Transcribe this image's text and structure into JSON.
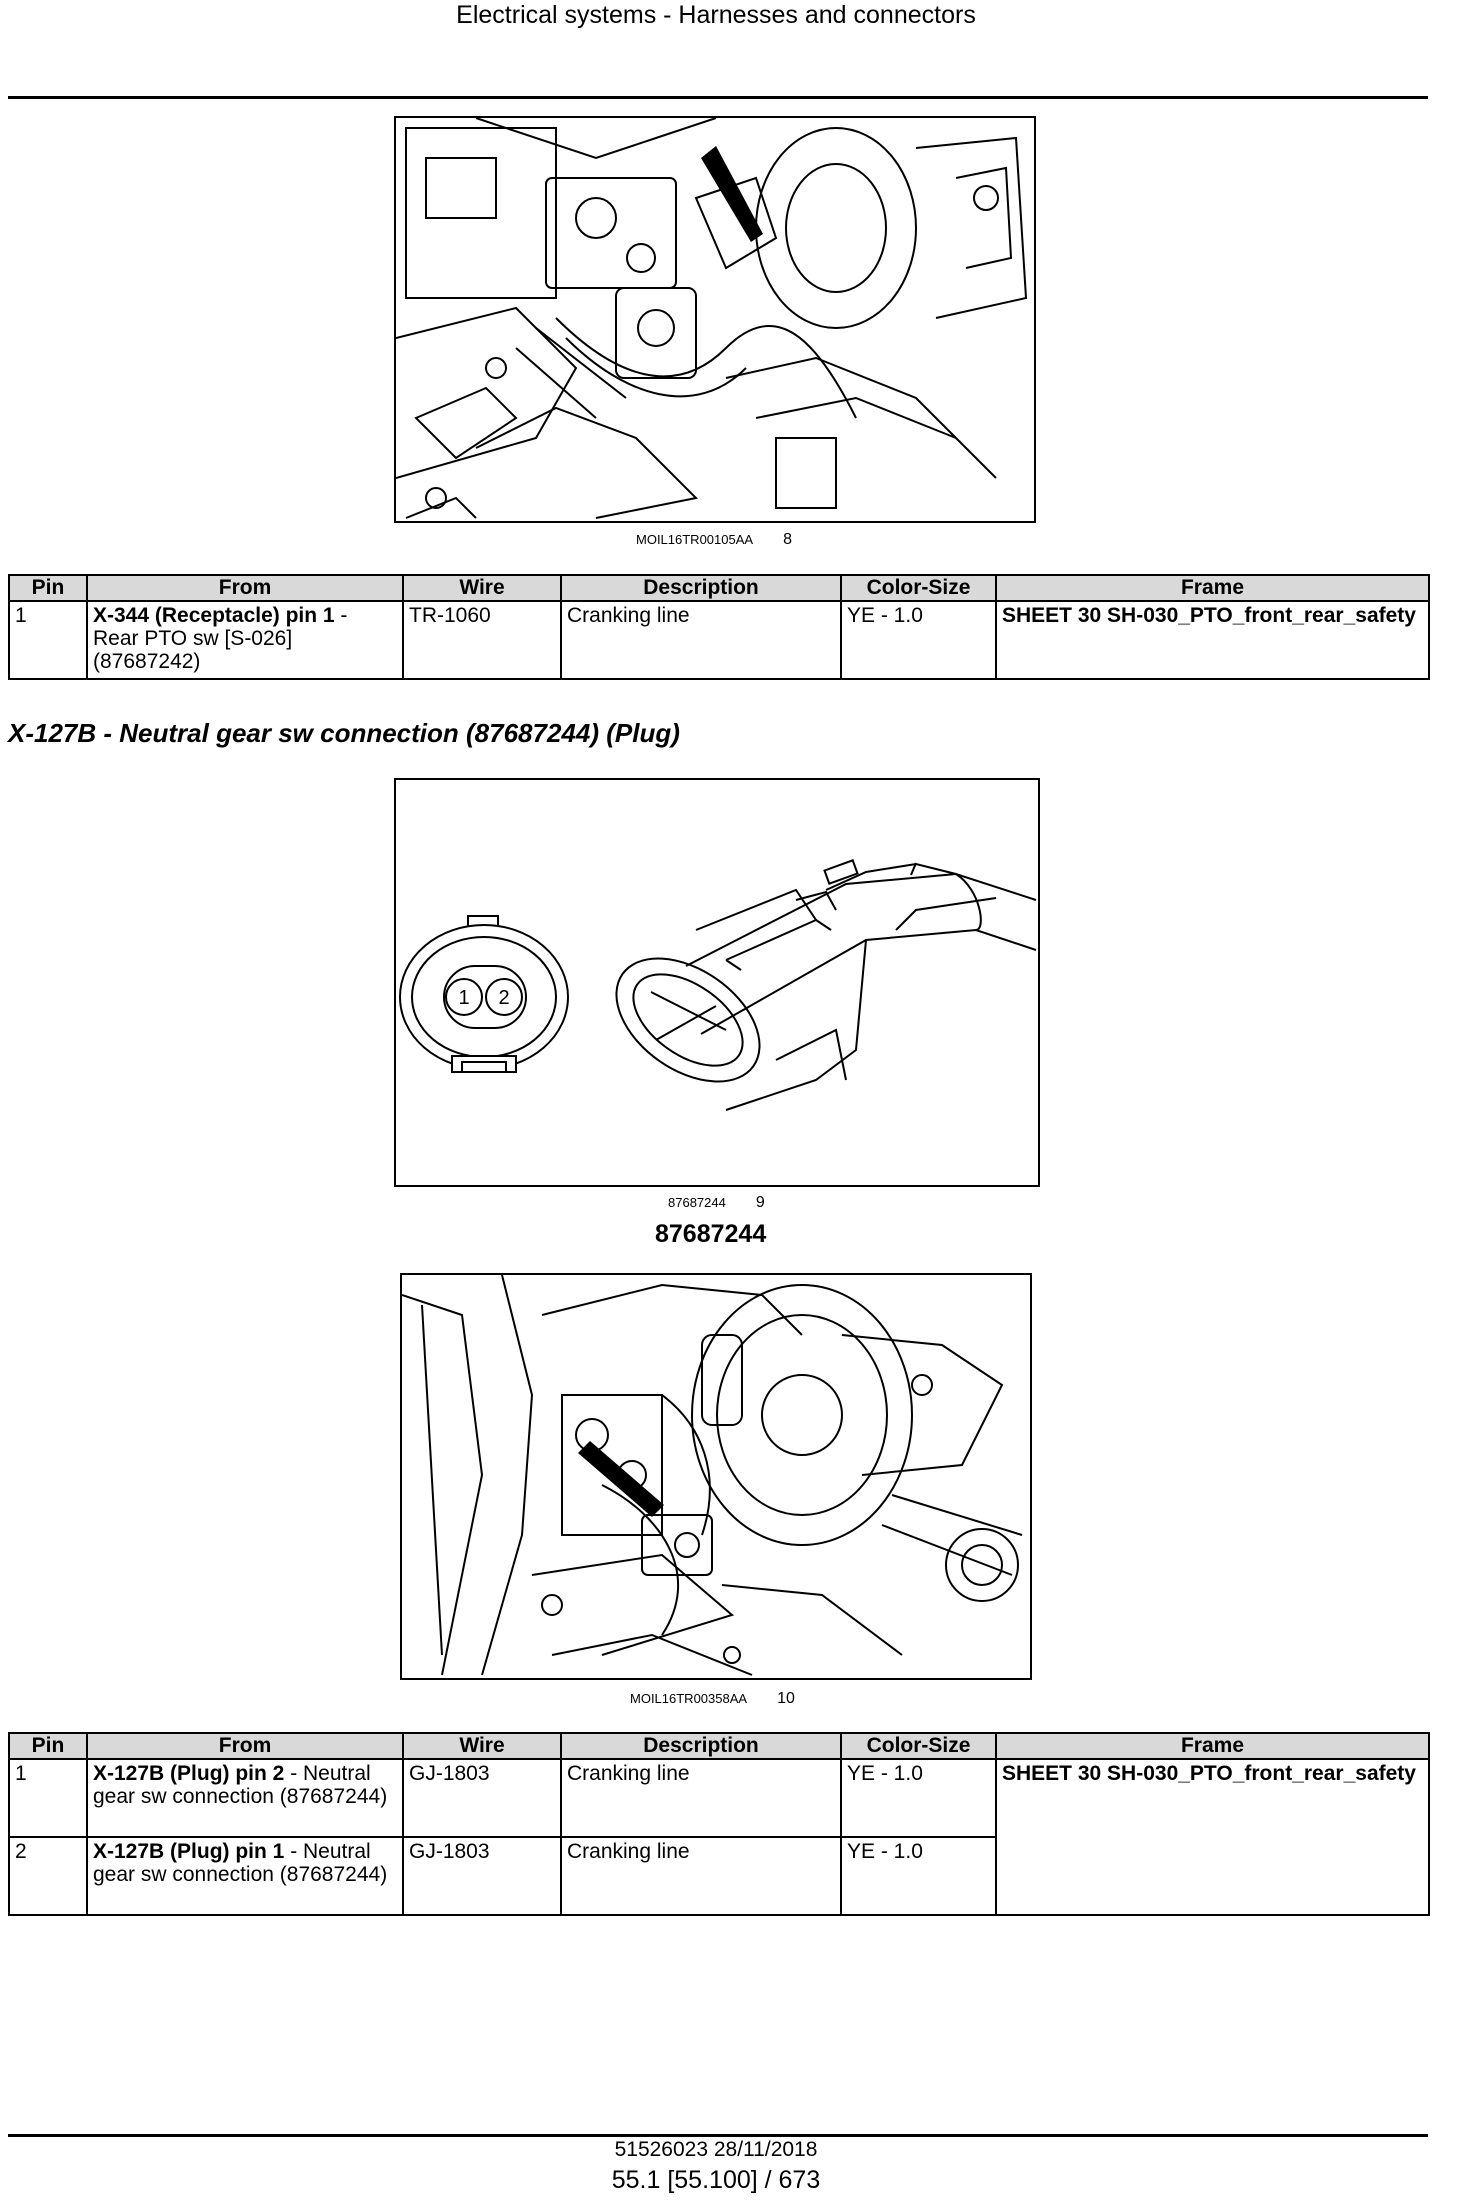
{
  "header": {
    "title": "Electrical systems - Harnesses and connectors"
  },
  "figure1": {
    "code": "MOIL16TR00105AA",
    "number": "8"
  },
  "table_columns": [
    "Pin",
    "From",
    "Wire",
    "Description",
    "Color-Size",
    "Frame"
  ],
  "table1": {
    "rows": [
      {
        "pin": "1",
        "from_bold": "X-344 (Receptacle) pin 1",
        "from_rest": " - Rear PTO sw [S-026] (87687242)",
        "wire": "TR-1060",
        "description": "Cranking line",
        "color_size": "YE - 1.0",
        "frame": "SHEET 30 SH-030_PTO_front_rear_safety"
      }
    ]
  },
  "section": {
    "title": "X-127B - Neutral gear sw connection (87687244) (Plug)"
  },
  "connector_figure": {
    "code": "87687244",
    "number": "9",
    "part_number": "87687244",
    "pin_labels": [
      "1",
      "2"
    ]
  },
  "figure3": {
    "code": "MOIL16TR00358AA",
    "number": "10"
  },
  "table2": {
    "rows": [
      {
        "pin": "1",
        "from_bold": "X-127B (Plug) pin 2",
        "from_rest": " - Neutral gear sw connection (87687244)",
        "wire": "GJ-1803",
        "description": "Cranking line",
        "color_size": "YE - 1.0",
        "frame": "SHEET 30 SH-030_PTO_front_rear_safety"
      },
      {
        "pin": "2",
        "from_bold": "X-127B (Plug) pin 1",
        "from_rest": " - Neutral gear sw connection (87687244)",
        "wire": "GJ-1803",
        "description": "Cranking line",
        "color_size": "YE - 1.0",
        "frame": ""
      }
    ]
  },
  "footer": {
    "doc_info": "51526023 28/11/2018",
    "page": "55.1 [55.100] / 673"
  }
}
